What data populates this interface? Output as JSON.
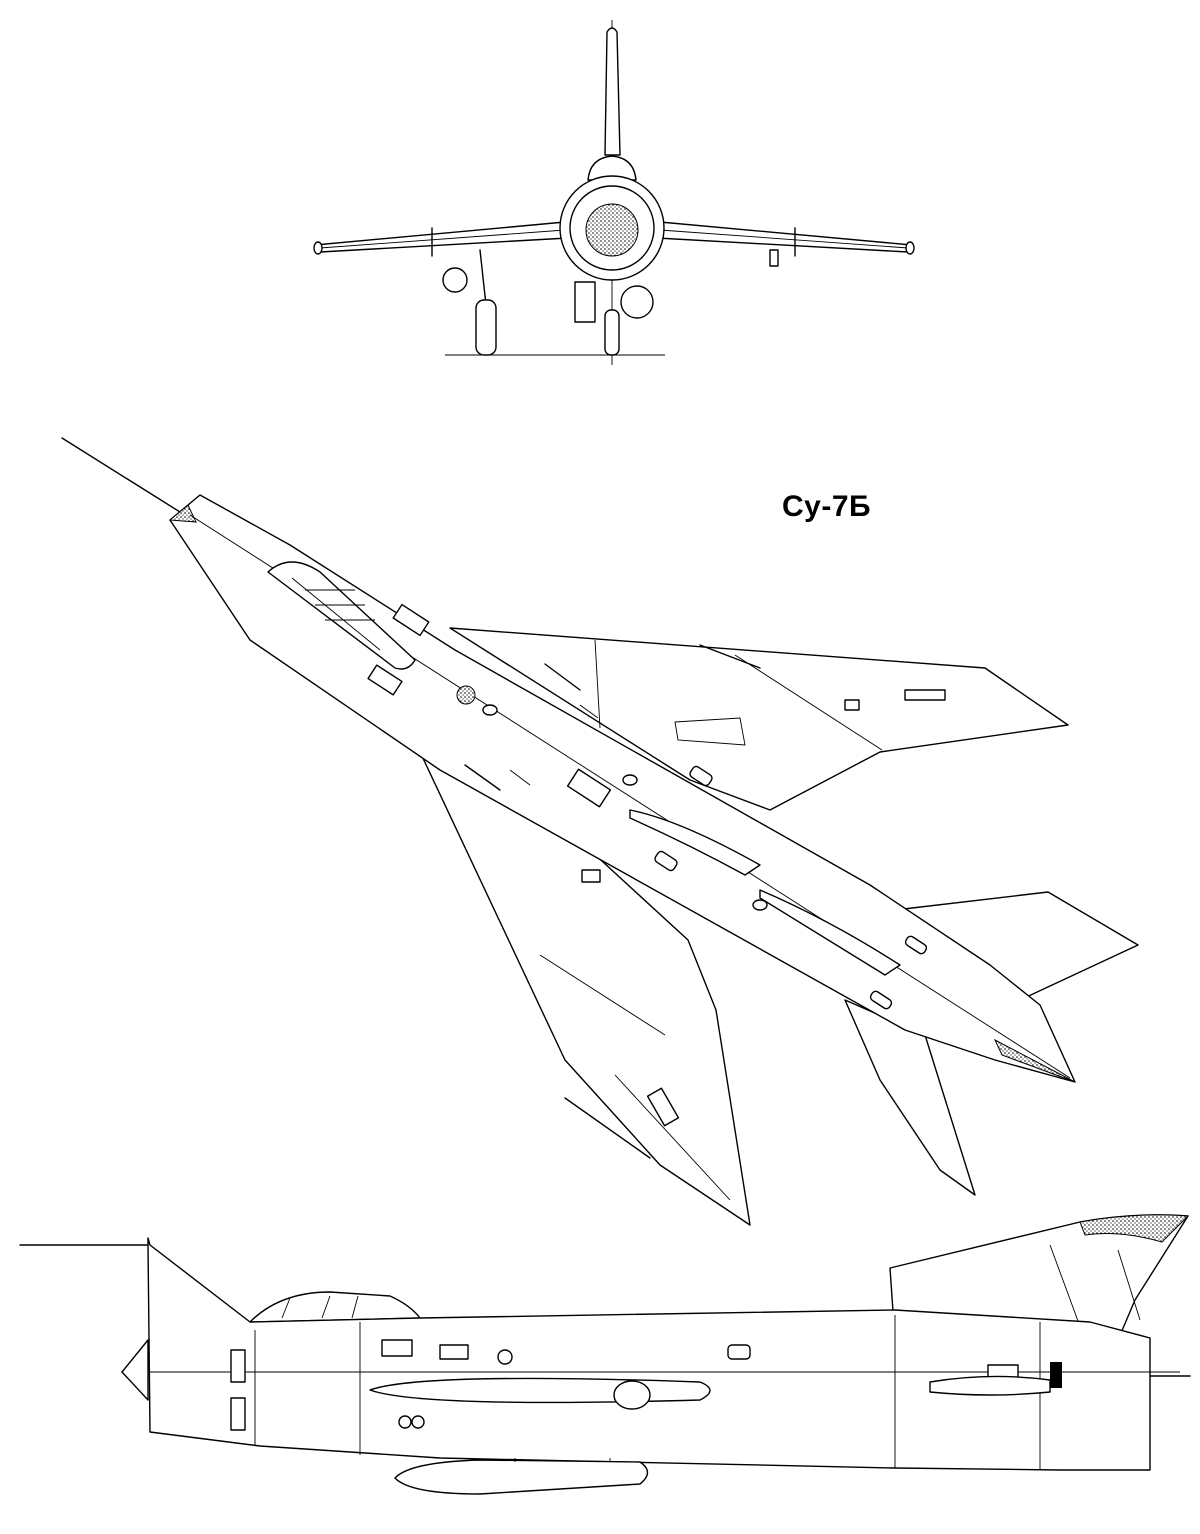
{
  "title": "Су-7Б",
  "views": {
    "front": "front-view",
    "plan": "plan-view",
    "side": "side-view"
  },
  "colors": {
    "line": "#000000",
    "background": "#ffffff"
  }
}
